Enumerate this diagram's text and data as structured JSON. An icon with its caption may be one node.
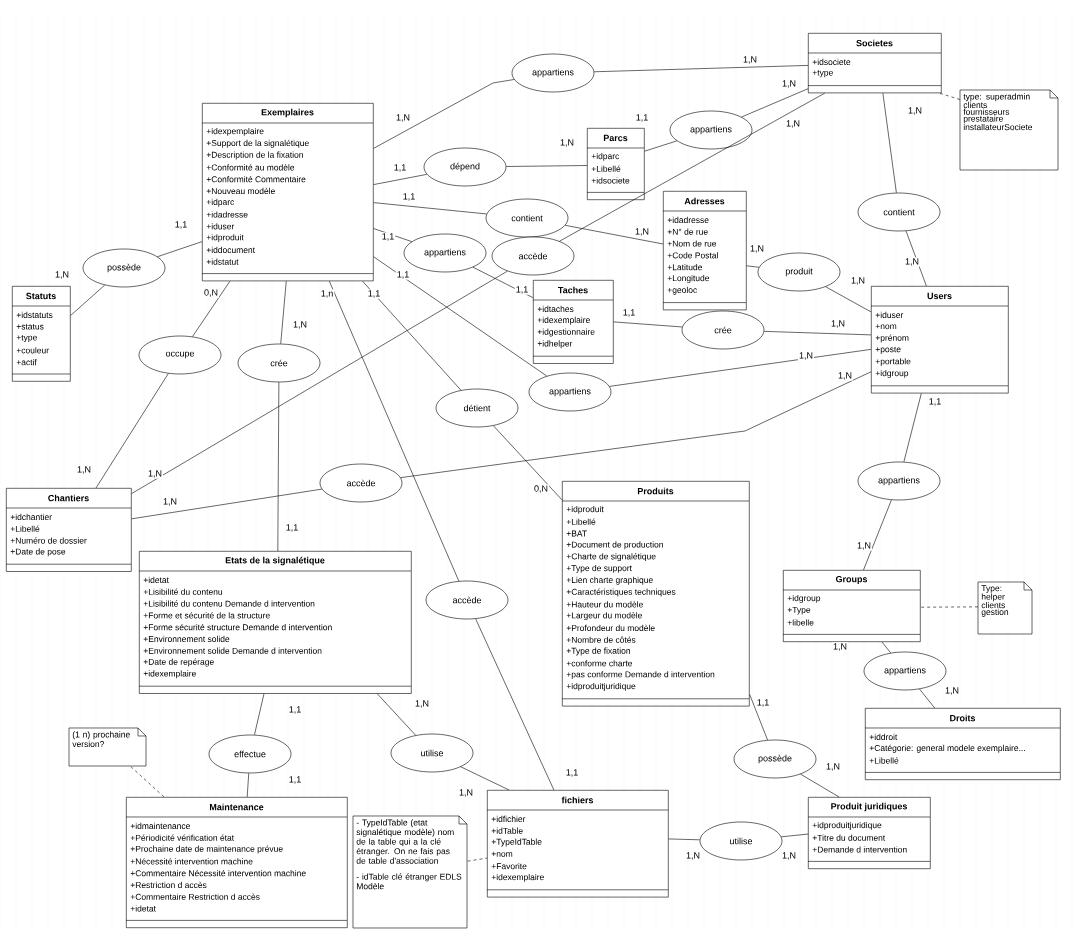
{
  "diagram": {
    "nodes": [
      {
        "text": [
          "Societes",
          "+idsociete",
          "+type"
        ]
      },
      {
        "text": [
          "type: superadmin",
          "clients",
          "fournisseurs",
          "prestataire",
          "installateurSociete"
        ]
      },
      {
        "text": [
          "appartiens"
        ]
      },
      {
        "text": [
          "Exemplaires",
          "+idexpemplaire",
          "+Support de la signalétique",
          "+Description de la fixation",
          "+Conformité au modèle",
          "+Conformité Commentaire",
          "+Nouveau modèle",
          "+idparc",
          "+idadresse",
          "+iduser",
          "+idproduit",
          "+iddocument",
          "+idstatut"
        ]
      },
      {
        "text": [
          "Parcs",
          "+idparc",
          "+Libellé",
          "+idsociete"
        ]
      },
      {
        "text": [
          "appartiens"
        ]
      },
      {
        "text": [
          "dépend"
        ]
      },
      {
        "text": [
          "Adresses",
          "+idadresse",
          "+N° de rue",
          "+Nom de rue",
          "+Code Postal",
          "+Latitude",
          "+Longitude",
          "+geoloc"
        ]
      },
      {
        "text": [
          "contient"
        ]
      },
      {
        "text": [
          "contient"
        ]
      },
      {
        "text": [
          "appartiens"
        ]
      },
      {
        "text": [
          "accède"
        ]
      },
      {
        "text": [
          "possède"
        ]
      },
      {
        "text": [
          "produit"
        ]
      },
      {
        "text": [
          "Statuts",
          "+idstatuts",
          "+status",
          "+type",
          "+couleur",
          "+actif"
        ]
      },
      {
        "text": [
          "Taches",
          "+idtaches",
          "+idexemplaire",
          "+idgestionnaire",
          "+idhelper"
        ]
      },
      {
        "text": [
          "Users",
          "+iduser",
          "+nom",
          "+prénom",
          "+poste",
          "+portable",
          "+idgroup"
        ]
      },
      {
        "text": [
          "crée"
        ]
      },
      {
        "text": [
          "occupe"
        ]
      },
      {
        "text": [
          "crée"
        ]
      },
      {
        "text": [
          "appartiens"
        ]
      },
      {
        "text": [
          "détient"
        ]
      },
      {
        "text": [
          "accède"
        ]
      },
      {
        "text": [
          "appartiens"
        ]
      },
      {
        "text": [
          "Chantiers",
          "+idchantier",
          "+Libellé",
          "+Numéro de dossier",
          "+Date de pose"
        ]
      },
      {
        "text": [
          "Produits",
          "+idproduit",
          "+Libellé",
          "+BAT",
          "+Document de production",
          "+Charte de signalétique",
          "+Type de support",
          "+Lien charte graphique",
          "+Caractéristiques techniques",
          "+Hauteur du modèle",
          "+Largeur du modèle",
          "+Profondeur du modèle",
          "+Nombre de côtés",
          "+Type de fixation",
          "+conforme charte",
          "+pas conforme Demande d intervention",
          "+idproduitjuridique"
        ]
      },
      {
        "text": [
          "Etats de la signalétique",
          "+idetat",
          "+Lisibilité du contenu",
          "+Lisibilité du contenu Demande d intervention",
          "+Forme et sécurité de la structure",
          "+Forme sécurité structure Demande d intervention",
          "+Environnement solide",
          "+Environnement solide Demande d intervention",
          "+Date de repérage",
          "+idexemplaire"
        ]
      },
      {
        "text": [
          "Groups",
          "+idgroup",
          "+Type",
          "+libelle"
        ]
      },
      {
        "text": [
          "Type:",
          "helper",
          "clients",
          "gestion"
        ]
      },
      {
        "text": [
          "accède"
        ]
      },
      {
        "text": [
          "appartiens"
        ]
      },
      {
        "text": [
          "Droits",
          "+iddroit",
          "+Catégorie: general modele exemplaire...",
          "+Libellé"
        ]
      },
      {
        "text": [
          "(1 n) prochaine version?"
        ]
      },
      {
        "text": [
          "effectue"
        ]
      },
      {
        "text": [
          "utilise"
        ]
      },
      {
        "text": [
          "possède"
        ]
      },
      {
        "text": [
          "utilise"
        ]
      },
      {
        "text": [
          "Maintenance",
          "+idmaintenance",
          "+Périodicité vérification état",
          "+Prochaine date de maintenance prévue",
          "+Nécessité intervention machine",
          "+Commentaire Nécessité intervention machine",
          "+Restriction d accès",
          "+Commentaire Restriction d accès",
          "+idetat"
        ]
      },
      {
        "text": [
          "fichiers",
          "+idfichier",
          "+idTable",
          "+TypeIdTable",
          "+nom",
          "+Favorite",
          "+idexemplaire"
        ]
      },
      {
        "text": [
          "Produit juridiques",
          "+idproduitjuridique",
          "+Titre du document",
          "+Demande d intervention"
        ]
      },
      {
        "text": [
          "- TypeIdTable (etat signalétique modèle) nom de la table qui a la clé étranger. On ne fais pas de table d'association",
          "- idTable clé étranger EDLS Modèle"
        ]
      }
    ],
    "edges": [
      {
        "from": 3,
        "to": 2,
        "arrow": "none",
        "label": "1,N"
      },
      {
        "from": 0,
        "to": 2,
        "arrow": "none",
        "label": "1,N"
      },
      {
        "from": 3,
        "to": 6,
        "arrow": "none",
        "label": "1,1"
      },
      {
        "from": 4,
        "to": 6,
        "arrow": "none",
        "label": "1,N"
      },
      {
        "from": 4,
        "to": 5,
        "arrow": "none",
        "label": "1,1"
      },
      {
        "from": 0,
        "to": 5,
        "arrow": "none",
        "label": "1,N"
      },
      {
        "from": 3,
        "to": 8,
        "arrow": "none",
        "label": "1,1"
      },
      {
        "from": 7,
        "to": 8,
        "arrow": "none",
        "label": "1,N"
      },
      {
        "from": 0,
        "to": 9,
        "arrow": "none",
        "label": "1,N"
      },
      {
        "from": 16,
        "to": 9,
        "arrow": "none",
        "label": "1,N"
      },
      {
        "from": 3,
        "to": 10,
        "arrow": "none",
        "label": "1,1"
      },
      {
        "from": 15,
        "to": 10,
        "arrow": "none",
        "label": "1,1"
      },
      {
        "from": 0,
        "to": 11,
        "arrow": "none",
        "label": "1,N"
      },
      {
        "from": 24,
        "to": 11,
        "arrow": "none",
        "label": "1,N"
      },
      {
        "from": 3,
        "to": 12,
        "arrow": "none",
        "label": "1,1"
      },
      {
        "from": 14,
        "to": 12,
        "arrow": "none",
        "label": "1,N"
      },
      {
        "from": 7,
        "to": 13,
        "arrow": "none",
        "label": "1,N"
      },
      {
        "from": 16,
        "to": 13,
        "arrow": "none",
        "label": "1,N"
      },
      {
        "from": 15,
        "to": 17,
        "arrow": "none",
        "label": "1,1"
      },
      {
        "from": 16,
        "to": 17,
        "arrow": "none",
        "label": "1,N"
      },
      {
        "from": 3,
        "to": 18,
        "arrow": "none",
        "label": "0,N"
      },
      {
        "from": 24,
        "to": 18,
        "arrow": "none",
        "label": "1,N"
      },
      {
        "from": 3,
        "to": 19,
        "arrow": "none",
        "label": "1,N"
      },
      {
        "from": 26,
        "to": 19,
        "arrow": "none",
        "label": "1,1"
      },
      {
        "from": 3,
        "to": 20,
        "arrow": "none",
        "label": "1,1"
      },
      {
        "from": 16,
        "to": 20,
        "arrow": "none",
        "label": "1,N"
      },
      {
        "from": 3,
        "to": 21,
        "arrow": "none",
        "label": "1,1"
      },
      {
        "from": 25,
        "to": 21,
        "arrow": "none",
        "label": "0,N"
      },
      {
        "from": 24,
        "to": 22,
        "arrow": "none",
        "label": "1,N"
      },
      {
        "from": 16,
        "to": 22,
        "arrow": "none",
        "label": "1,N"
      },
      {
        "from": 16,
        "to": 23,
        "arrow": "none",
        "label": "1,1"
      },
      {
        "from": 27,
        "to": 23,
        "arrow": "none",
        "label": "1,N"
      },
      {
        "from": 3,
        "to": 29,
        "arrow": "none",
        "label": "1,n"
      },
      {
        "from": 38,
        "to": 29,
        "arrow": "none",
        "label": "1,1"
      },
      {
        "from": 27,
        "to": 30,
        "arrow": "none",
        "label": "1,N"
      },
      {
        "from": 31,
        "to": 30,
        "arrow": "none",
        "label": "1,N"
      },
      {
        "from": 26,
        "to": 33,
        "arrow": "none",
        "label": "1,1"
      },
      {
        "from": 37,
        "to": 33,
        "arrow": "none",
        "label": "1,1"
      },
      {
        "from": 26,
        "to": 34,
        "arrow": "none",
        "label": "1,N"
      },
      {
        "from": 38,
        "to": 34,
        "arrow": "none",
        "label": "1,N"
      },
      {
        "from": 25,
        "to": 35,
        "arrow": "none",
        "label": "1,1"
      },
      {
        "from": 39,
        "to": 35,
        "arrow": "none",
        "label": "1,N"
      },
      {
        "from": 38,
        "to": 36,
        "arrow": "none",
        "label": "1,N"
      },
      {
        "from": 39,
        "to": 36,
        "arrow": "none",
        "label": "1,N"
      },
      {
        "from": 1,
        "to": 0,
        "arrow": "none",
        "style": "dashed"
      },
      {
        "from": 28,
        "to": 27,
        "arrow": "none",
        "style": "dashed"
      },
      {
        "from": 32,
        "to": 37,
        "arrow": "none",
        "style": "dashed"
      },
      {
        "from": 40,
        "to": 38,
        "arrow": "none",
        "style": "dashed"
      }
    ]
  }
}
